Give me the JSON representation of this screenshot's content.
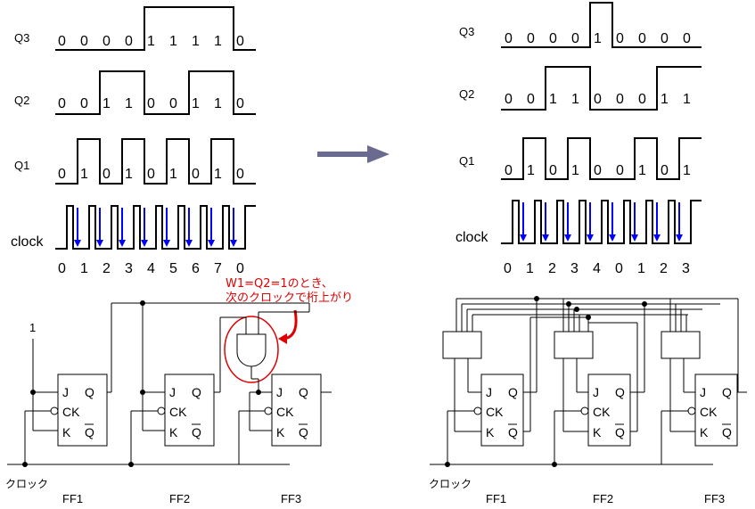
{
  "left_timing": {
    "q3": {
      "label": "Q3",
      "bits": [
        "0",
        "0",
        "0",
        "0",
        "1",
        "1",
        "1",
        "1",
        "0"
      ]
    },
    "q2": {
      "label": "Q2",
      "bits": [
        "0",
        "0",
        "1",
        "1",
        "0",
        "0",
        "1",
        "1",
        "0"
      ]
    },
    "q1": {
      "label": "Q1",
      "bits": [
        "0",
        "1",
        "0",
        "1",
        "0",
        "1",
        "0",
        "1",
        "0"
      ]
    },
    "clock": {
      "label": "clock",
      "counts": [
        "0",
        "1",
        "2",
        "3",
        "4",
        "5",
        "6",
        "7",
        "0"
      ]
    }
  },
  "right_timing": {
    "q3": {
      "label": "Q3",
      "bits": [
        "0",
        "0",
        "0",
        "0",
        "1",
        "0",
        "0",
        "0",
        "0"
      ]
    },
    "q2": {
      "label": "Q2",
      "bits": [
        "0",
        "0",
        "1",
        "1",
        "0",
        "0",
        "0",
        "1",
        "1"
      ]
    },
    "q1": {
      "label": "Q1",
      "bits": [
        "0",
        "1",
        "0",
        "1",
        "0",
        "0",
        "1",
        "0",
        "1"
      ]
    },
    "clock": {
      "label": "clock",
      "counts": [
        "0",
        "1",
        "2",
        "3",
        "4",
        "0",
        "1",
        "2",
        "3"
      ]
    }
  },
  "annotation": {
    "line1": "W1=Q2=1のとき、",
    "line2": "次のクロックで桁上がり",
    "color": "#e00000"
  },
  "left_circuit": {
    "input_label": "1",
    "clock_label": "クロック",
    "flipflops": [
      {
        "name": "FF1",
        "j": "J",
        "ck": "CK",
        "k": "K",
        "q": "Q",
        "qbar": "Q"
      },
      {
        "name": "FF2",
        "j": "J",
        "ck": "CK",
        "k": "K",
        "q": "Q",
        "qbar": "Q"
      },
      {
        "name": "FF3",
        "j": "J",
        "ck": "CK",
        "k": "K",
        "q": "Q",
        "qbar": "Q"
      }
    ]
  },
  "right_circuit": {
    "clock_label": "クロック",
    "flipflops": [
      {
        "name": "FF1",
        "j": "J",
        "ck": "CK",
        "k": "K",
        "q": "Q",
        "qbar": "Q"
      },
      {
        "name": "FF2",
        "j": "J",
        "ck": "CK",
        "k": "K",
        "q": "Q",
        "qbar": "Q"
      },
      {
        "name": "FF3",
        "j": "J",
        "ck": "CK",
        "k": "K",
        "q": "Q",
        "qbar": "Q"
      }
    ]
  },
  "colors": {
    "arrow_gray": "#6b6b8f",
    "clock_arrow": "#0000ff",
    "annotation": "#e00000"
  }
}
